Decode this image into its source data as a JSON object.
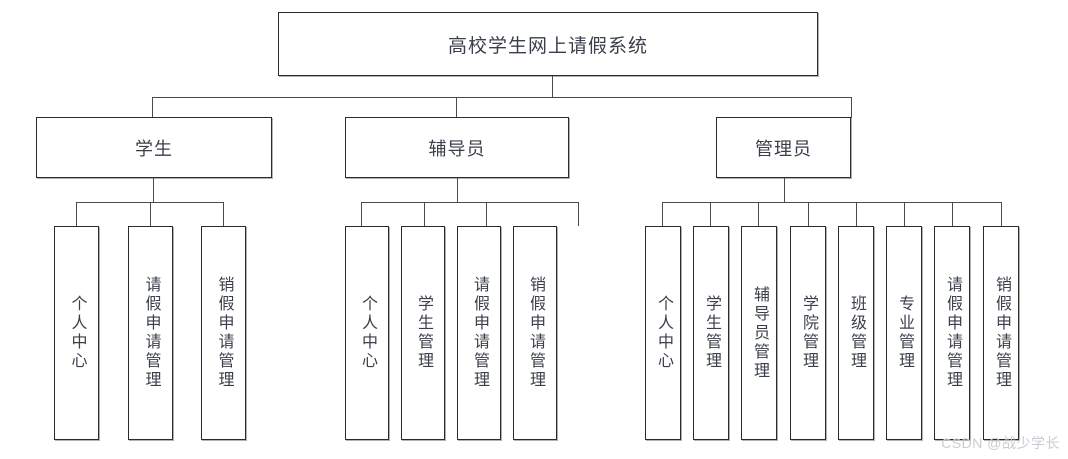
{
  "diagram": {
    "type": "tree",
    "title": "高校学生网上请假系统",
    "root": {
      "label": "高校学生网上请假系统"
    },
    "branches": [
      {
        "id": "student",
        "label": "学生",
        "leaves": [
          {
            "label": "个人中心"
          },
          {
            "label": "请假申请管理"
          },
          {
            "label": "销假申请管理"
          }
        ]
      },
      {
        "id": "counselor",
        "label": "辅导员",
        "leaves": [
          {
            "label": "个人中心"
          },
          {
            "label": "学生管理"
          },
          {
            "label": "请假申请管理"
          },
          {
            "label": "销假申请管理"
          }
        ]
      },
      {
        "id": "admin",
        "label": "管理员",
        "leaves": [
          {
            "label": "个人中心"
          },
          {
            "label": "学生管理"
          },
          {
            "label": "辅导员管理"
          },
          {
            "label": "学院管理"
          },
          {
            "label": "班级管理"
          },
          {
            "label": "专业管理"
          },
          {
            "label": "请假申请管理"
          },
          {
            "label": "销假申请管理"
          }
        ]
      }
    ]
  },
  "watermark": {
    "text": "CSDN @战少学长"
  },
  "colors": {
    "box_border": "#2b2b2b",
    "line": "#4a4a4a",
    "text": "#3a3f4a",
    "background": "#ffffff",
    "watermark": "#c9ccd2"
  }
}
